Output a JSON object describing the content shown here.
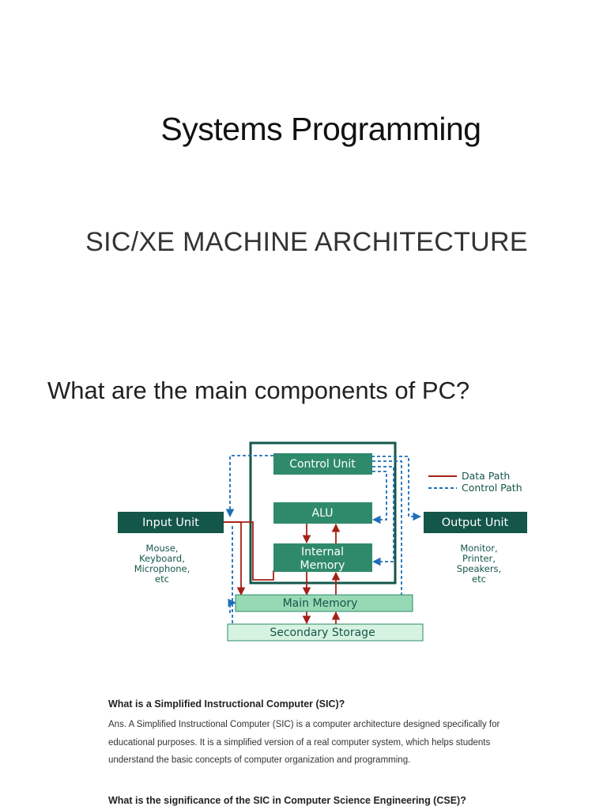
{
  "title": "Systems Programming",
  "subtitle": "SIC/XE MACHINE ARCHITECTURE",
  "question": "What are the main components of PC?",
  "diagram": {
    "control_unit": "Control Unit",
    "alu": "ALU",
    "internal_memory_line1": "Internal",
    "internal_memory_line2": "Memory",
    "input_unit": "Input Unit",
    "output_unit": "Output Unit",
    "main_memory": "Main Memory",
    "secondary_storage": "Secondary Storage",
    "input_devices": [
      "Mouse,",
      "Keyboard,",
      "Microphone,",
      "etc"
    ],
    "output_devices": [
      "Monitor,",
      "Printer,",
      "Speakers,",
      "etc"
    ],
    "legend_data_path": "Data Path",
    "legend_control_path": "Control Path",
    "colors": {
      "dark_teal": "#14564a",
      "mid_green": "#2f8a6b",
      "light_green": "#97d9b4",
      "pale_green": "#d6f2e1",
      "data_path": "#a52019",
      "control_path": "#1f6fb8"
    }
  },
  "faq": {
    "q1": "What is a Simplified Instructional Computer (SIC)?",
    "a1_line1": "Ans. A Simplified Instructional Computer (SIC) is a computer architecture designed specifically for",
    "a1_line2": "educational purposes. It is a simplified version of a real computer system, which helps students",
    "a1_line3": "understand the basic concepts of computer organization and programming.",
    "q2": "What is the significance of the SIC in Computer Science Engineering (CSE)?"
  }
}
